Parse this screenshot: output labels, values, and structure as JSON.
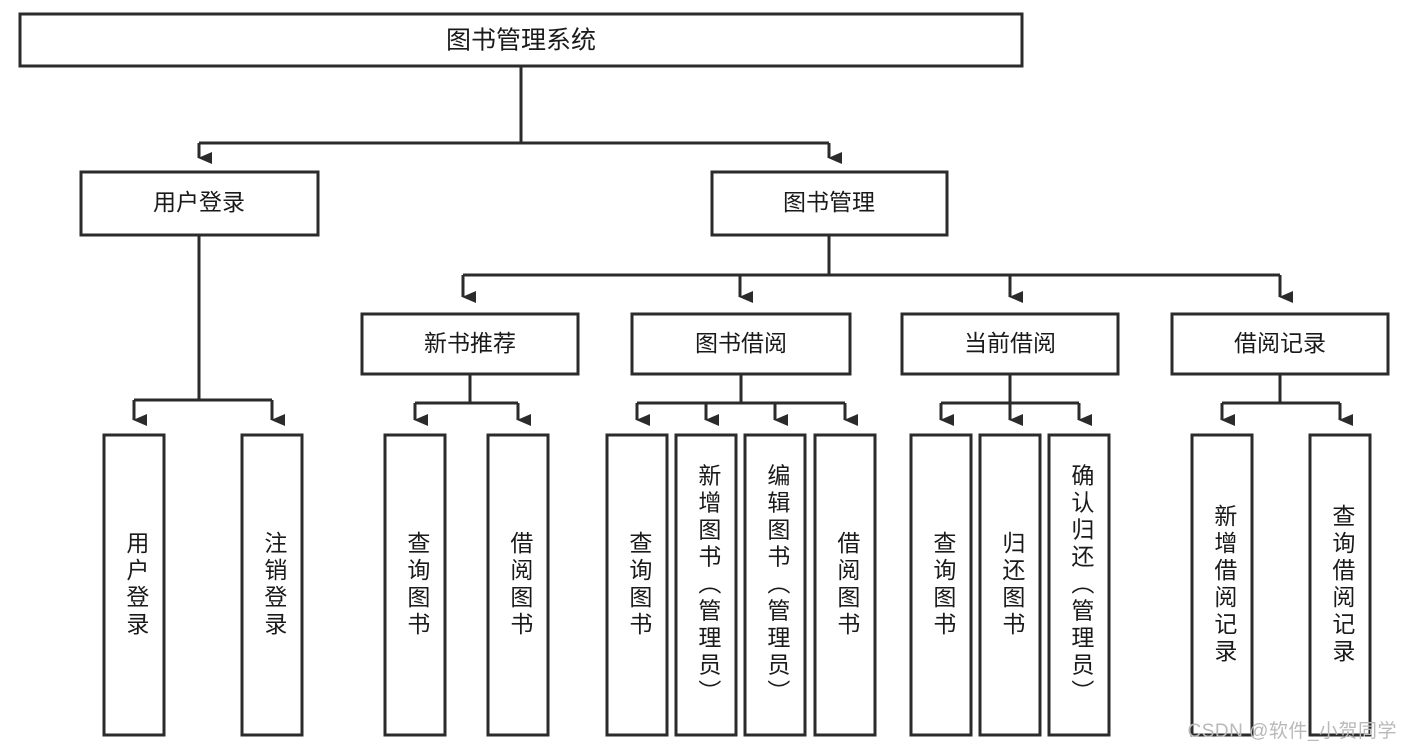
{
  "diagram": {
    "title": "图书管理系统",
    "type": "tree-hierarchy-diagram",
    "colors": {
      "box_fill": "#ffffff",
      "box_stroke": "#2b2b2b",
      "connector": "#2b2b2b",
      "text": "#1a1a1a",
      "watermark": "#b9b9b9"
    },
    "root": {
      "label": "图书管理系统"
    },
    "level1": [
      {
        "key": "user-login",
        "label": "用户登录"
      },
      {
        "key": "book-management",
        "label": "图书管理"
      }
    ],
    "level2": [
      {
        "key": "new-book-recommend",
        "label": "新书推荐"
      },
      {
        "key": "book-borrow",
        "label": "图书借阅"
      },
      {
        "key": "current-borrow",
        "label": "当前借阅"
      },
      {
        "key": "borrow-record",
        "label": "借阅记录"
      }
    ],
    "leaves": {
      "user-login": [
        {
          "key": "leaf-user-login",
          "label": "用户登录"
        },
        {
          "key": "leaf-logout-login",
          "label": "注销登录"
        }
      ],
      "new-book-recommend": [
        {
          "key": "leaf-query-book-1",
          "label": "查询图书"
        },
        {
          "key": "leaf-borrow-book-1",
          "label": "借阅图书"
        }
      ],
      "book-borrow": [
        {
          "key": "leaf-query-book-2",
          "label": "查询图书"
        },
        {
          "key": "leaf-add-book-admin",
          "label": "新增图书（管理员）"
        },
        {
          "key": "leaf-edit-book-admin",
          "label": "编辑图书（管理员）"
        },
        {
          "key": "leaf-borrow-book-2",
          "label": "借阅图书"
        }
      ],
      "current-borrow": [
        {
          "key": "leaf-query-book-3",
          "label": "查询图书"
        },
        {
          "key": "leaf-return-book",
          "label": "归还图书"
        },
        {
          "key": "leaf-confirm-return-admin",
          "label": "确认归还（管理员）"
        }
      ],
      "borrow-record": [
        {
          "key": "leaf-add-borrow-record",
          "label": "新增借阅记录"
        },
        {
          "key": "leaf-query-borrow-record",
          "label": "查询借阅记录"
        }
      ]
    }
  },
  "watermark": {
    "text": "CSDN @软件_小贺同学"
  }
}
